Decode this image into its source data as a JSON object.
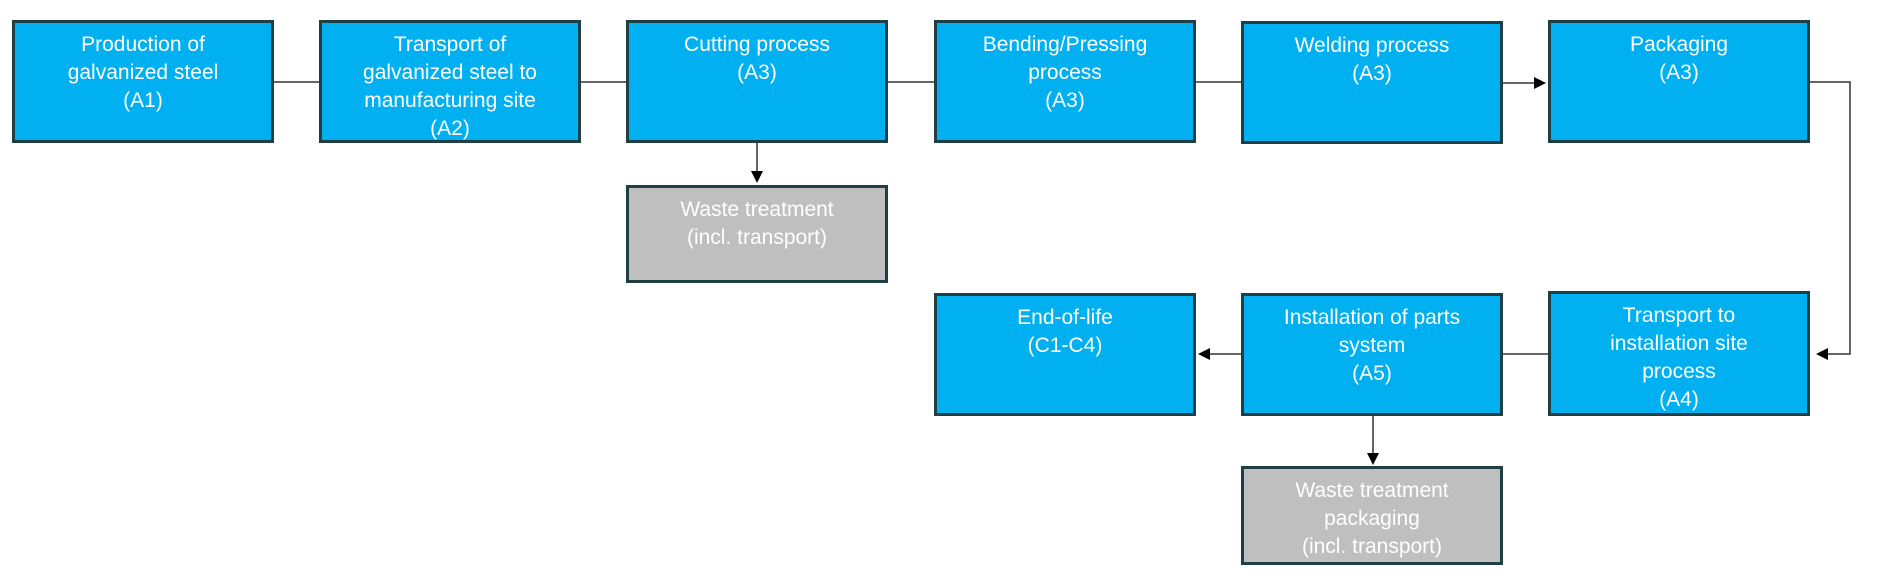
{
  "colors": {
    "process_fill": "#00b0f0",
    "waste_fill": "#bfbfbf",
    "border": "#1f3f44",
    "text": "#ffffff",
    "line": "#333333"
  },
  "nodes": {
    "a1": {
      "lines": [
        "Production of",
        "galvanized steel",
        "(A1)"
      ]
    },
    "a2": {
      "lines": [
        "Transport of",
        "galvanized steel to",
        "manufacturing site",
        "(A2)"
      ]
    },
    "cutting": {
      "lines": [
        "Cutting process",
        "(A3)"
      ]
    },
    "bending": {
      "lines": [
        "Bending/Pressing",
        "process",
        "(A3)"
      ]
    },
    "welding": {
      "lines": [
        "Welding process",
        "(A3)"
      ]
    },
    "packaging": {
      "lines": [
        "Packaging",
        "(A3)"
      ]
    },
    "waste1": {
      "lines": [
        "Waste treatment",
        "(incl. transport)"
      ]
    },
    "a4": {
      "lines": [
        "Transport to",
        "installation site",
        "process",
        "(A4)"
      ]
    },
    "a5": {
      "lines": [
        "Installation of parts",
        "system",
        "(A5)"
      ]
    },
    "eol": {
      "lines": [
        "End-of-life",
        "(C1-C4)"
      ]
    },
    "waste2": {
      "lines": [
        "Waste treatment",
        "packaging",
        "(incl. transport)"
      ]
    }
  }
}
